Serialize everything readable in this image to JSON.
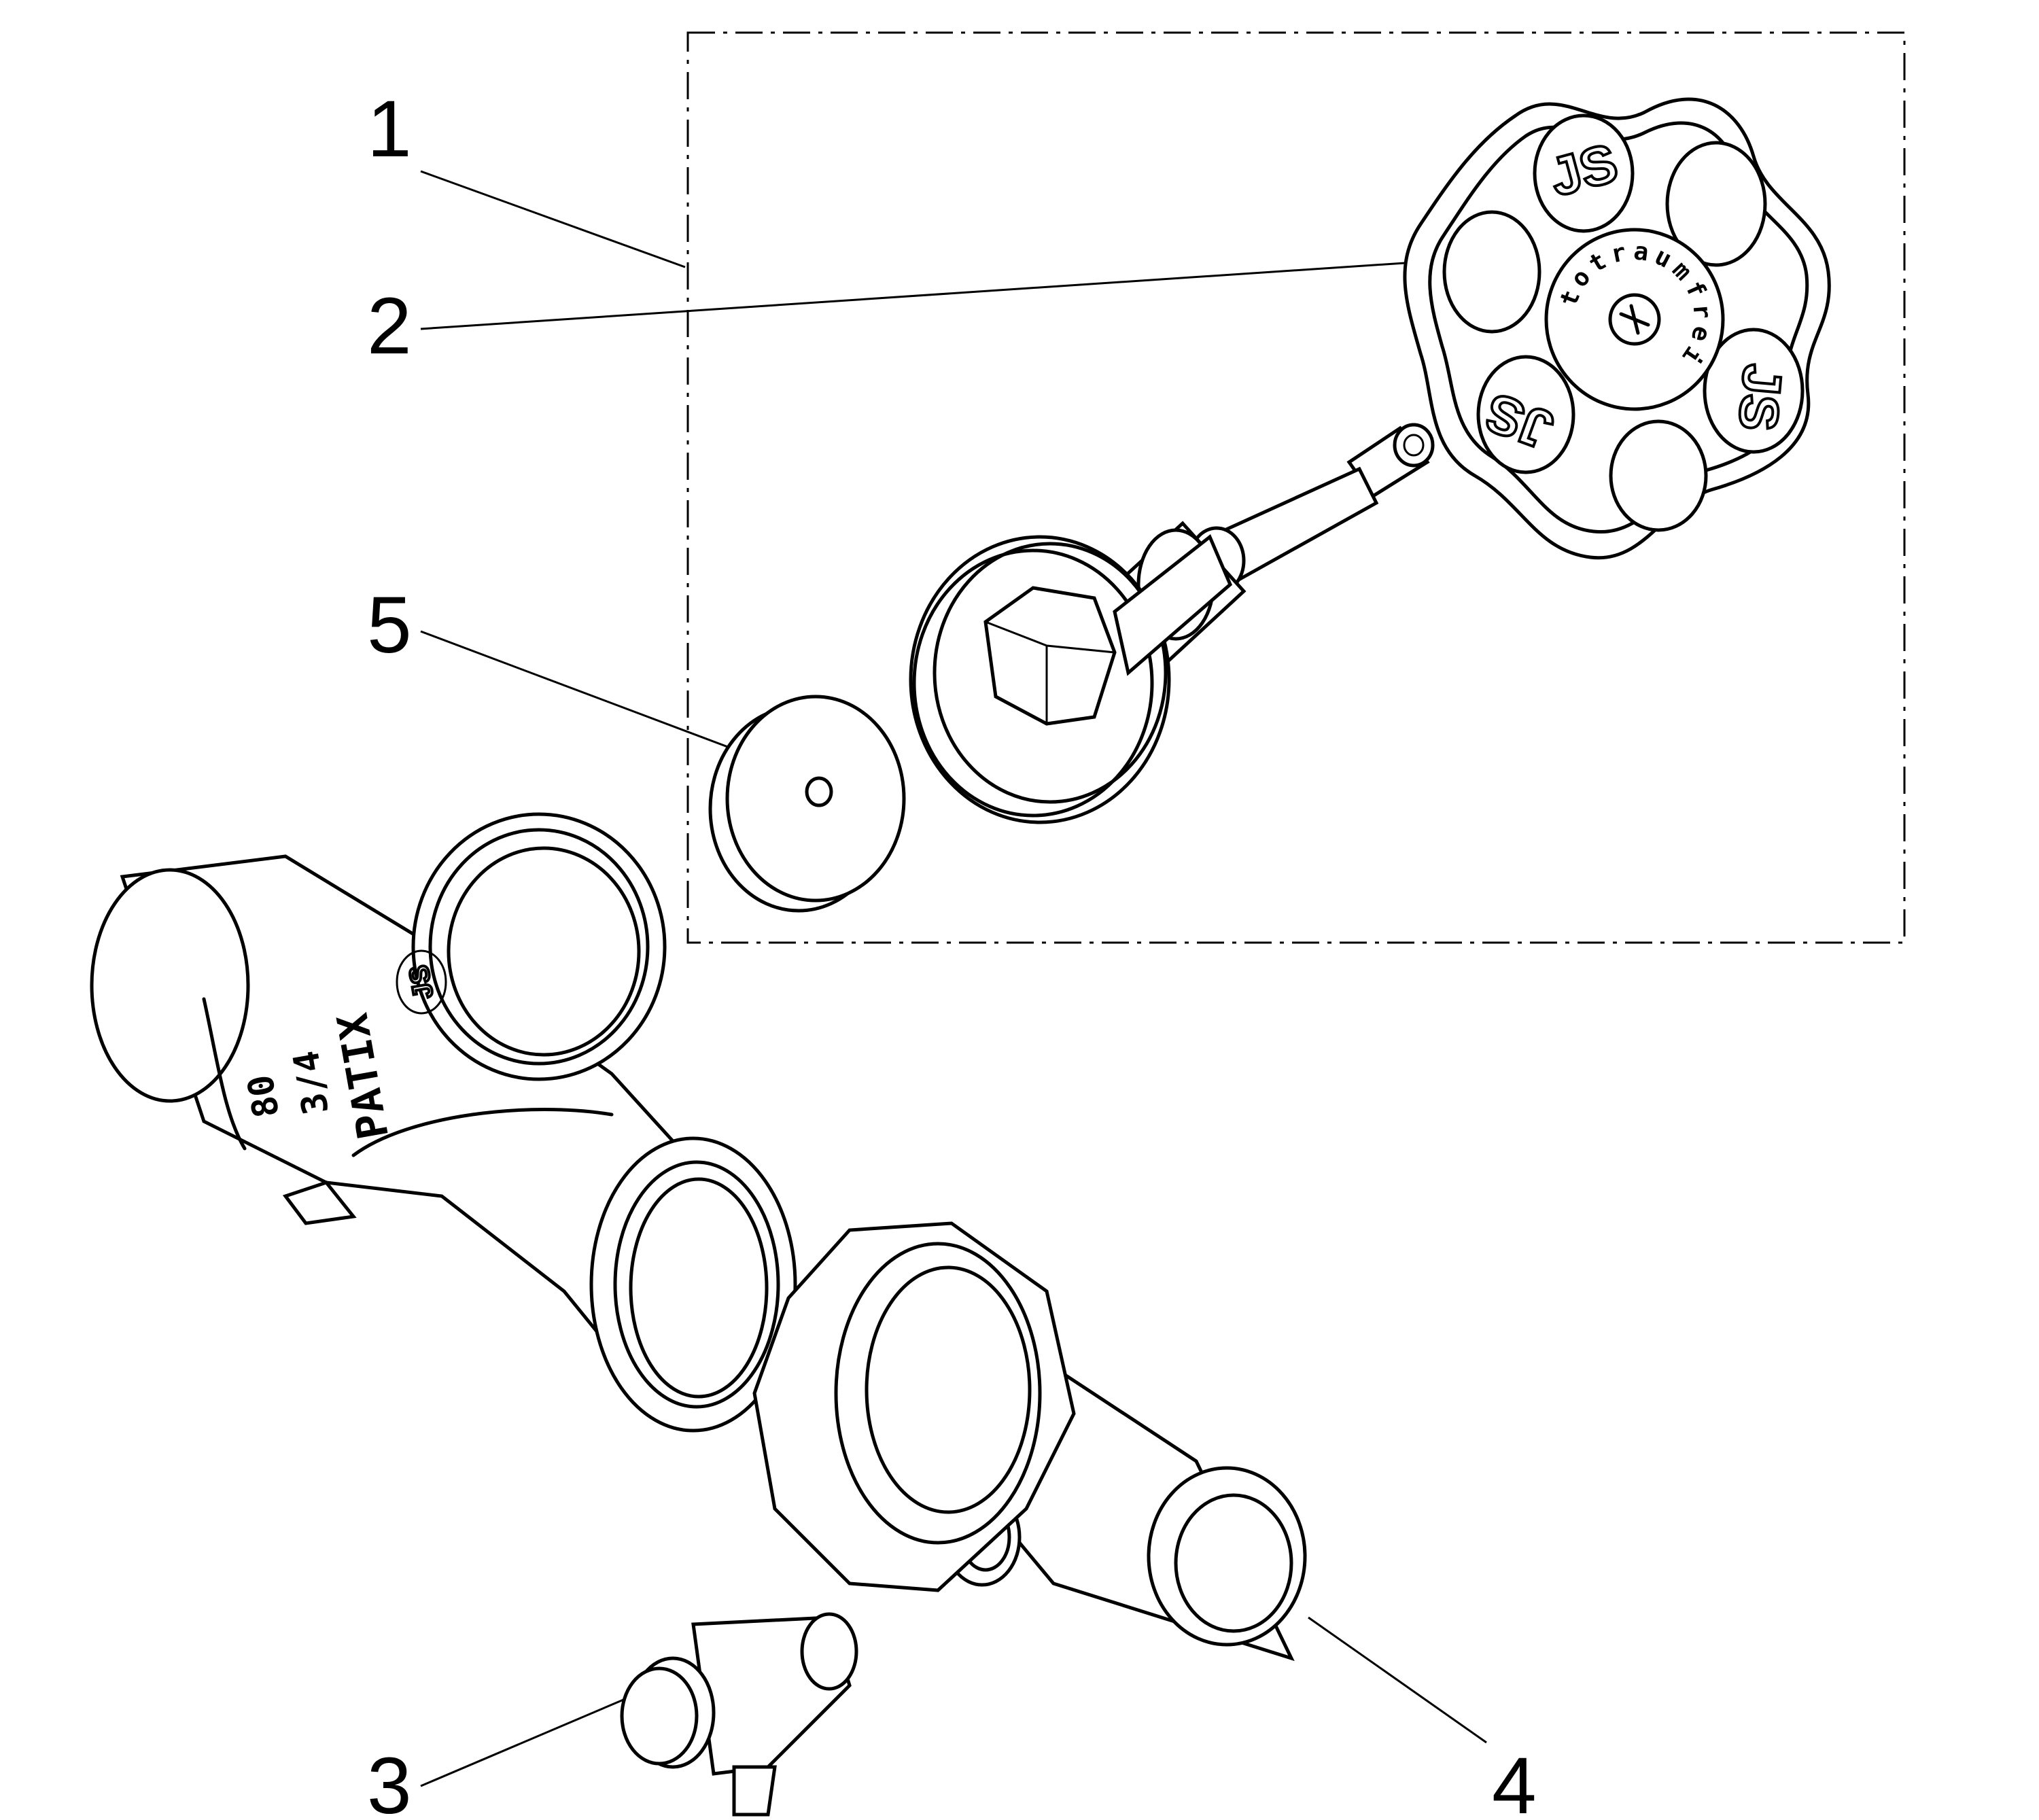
{
  "diagram": {
    "type": "exploded-assembly",
    "callouts": [
      {
        "number": "1",
        "part": "valve-top-assembly-group"
      },
      {
        "number": "2",
        "part": "handwheel"
      },
      {
        "number": "3",
        "part": "drain-valve"
      },
      {
        "number": "4",
        "part": "union-tailpiece"
      },
      {
        "number": "5",
        "part": "valve-disc"
      }
    ],
    "markings": {
      "handwheel_text": "totraumfrei",
      "handwheel_logo": "JS",
      "body_brand": "PATIX",
      "body_size": "3/4",
      "body_rating": "80",
      "body_logo": "JS"
    },
    "colors": {
      "line": "#000000",
      "background": "#ffffff"
    }
  }
}
